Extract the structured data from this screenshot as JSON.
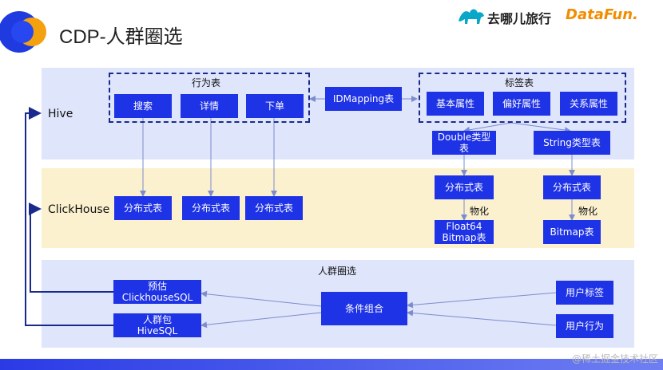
{
  "slide": {
    "title": "CDP-人群圈选",
    "brand": {
      "name": "去哪儿旅行",
      "partner": "DataFun."
    },
    "watermark": "@稀土掘金技术社区"
  },
  "layers": {
    "hive": "Hive",
    "clickhouse": "ClickHouse"
  },
  "behavior_group": {
    "title": "行为表",
    "items": [
      "搜索",
      "详情",
      "下单"
    ]
  },
  "idmapping": "IDMapping表",
  "tag_group": {
    "title": "标签表",
    "items": [
      "基本属性",
      "偏好属性",
      "关系属性"
    ]
  },
  "type_tables": {
    "double": "Double类型表",
    "string": "String类型表"
  },
  "clickhouse": {
    "dist_tables": [
      "分布式表",
      "分布式表",
      "分布式表"
    ],
    "tag_dist_left": "分布式表",
    "tag_dist_right": "分布式表",
    "materialize_left": "物化",
    "materialize_right": "物化",
    "float_bitmap": "Float64 Bitmap表",
    "bitmap": "Bitmap表"
  },
  "selection": {
    "title": "人群圈选",
    "estimate": "预估 ClickhouseSQL",
    "crowd_pack": "人群包 HiveSQL",
    "condition": "条件组合",
    "user_tag": "用户标签",
    "user_behavior": "用户行为"
  },
  "colors": {
    "box": "#1e32e6",
    "hive_band": "#dfe5fb",
    "clickhouse_band": "#fbf1cf",
    "selection_band": "#dfe5fb",
    "line": "#7c8ccc",
    "dashed_border": "#1a2a8c"
  }
}
